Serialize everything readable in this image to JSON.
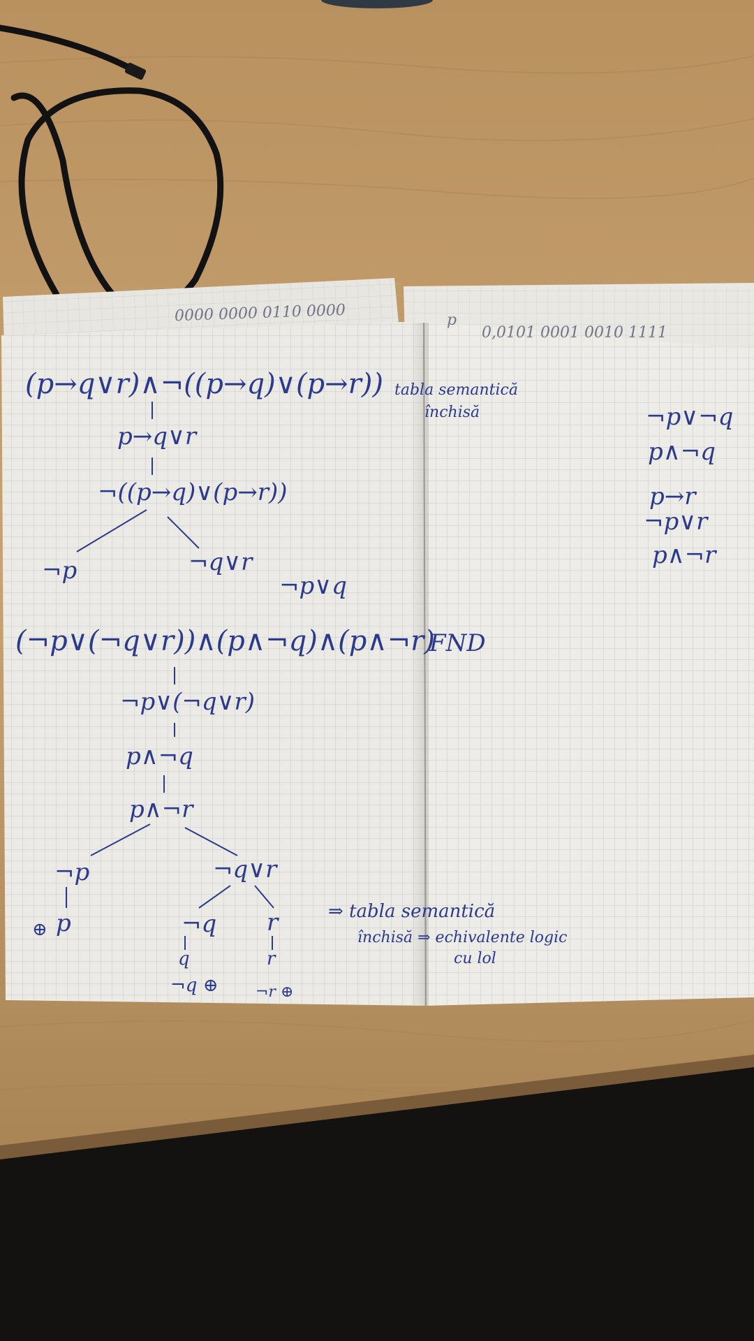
{
  "scene": {
    "description_colors": {
      "desk": "#c9a272",
      "paper": "#eceae4",
      "grid": "#b9c0cc",
      "ink": "#2b3a8c",
      "floor": "#141210"
    }
  },
  "left_page": {
    "formula_main": "(p→q∨r)∧¬((p→q)∨(p→r))",
    "note_semantic": "tabla semantică",
    "note_closed": "închisă",
    "step_1": "p→q∨r",
    "step_2": "¬((p→q)∨(p→r))",
    "branch_left_1": "¬p",
    "branch_right_1": "¬q∨r",
    "middle_expr": "¬p∨q",
    "formula_fnd": "(¬p∨(¬q∨r))∧(p∧¬q)∧(p∧¬r)",
    "label_fnd": "FND",
    "tree_1": "¬p∨(¬q∨r)",
    "tree_2": "p∧¬q",
    "tree_3": "p∧¬r",
    "tree_left": "¬p",
    "tree_right": "¬q∨r",
    "closed_left": "⊕",
    "leaf_left_p": "p",
    "tree_rl": "¬q",
    "tree_rr": "r",
    "leaf_q": "q",
    "leaf_nq_close": "¬q ⊕",
    "leaf_r": "r",
    "leaf_nr_close": "¬r ⊕",
    "conclusion_line1": "⇒ tabla semantică",
    "conclusion_line2": "închisă ⇒ echivalente logic",
    "conclusion_line3": "cu lol",
    "top_strip_left": "0000 0000 0110 0000"
  },
  "right_page": {
    "top_strip": "p",
    "top_strip_binary": "0,0101 0001 0010 1111",
    "list": [
      "¬p∨¬q",
      "p∧¬q",
      "p→r",
      "¬p∨r",
      "p∧¬r"
    ]
  }
}
